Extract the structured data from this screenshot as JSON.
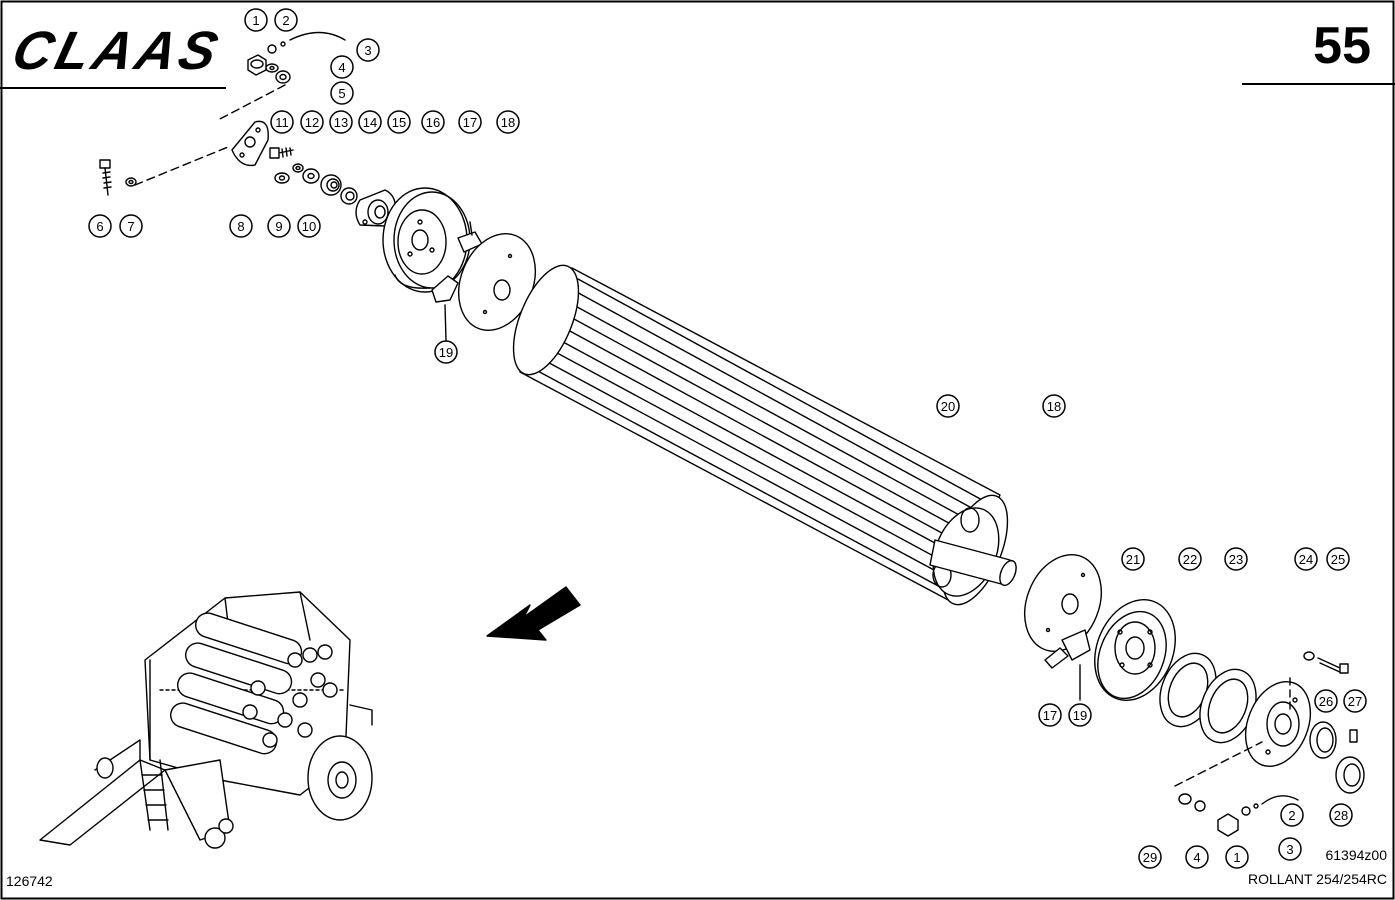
{
  "header": {
    "brand": "CLAAS",
    "page_number": "55"
  },
  "footer": {
    "drawing_number": "126742",
    "figure_code": "61394z00",
    "model": "ROLLANT 254/254RC"
  },
  "callouts": [
    "1",
    "2",
    "3",
    "4",
    "5",
    "6",
    "7",
    "8",
    "9",
    "10",
    "11",
    "12",
    "13",
    "14",
    "15",
    "16",
    "17",
    "18",
    "19",
    "20",
    "18",
    "21",
    "22",
    "23",
    "24",
    "25",
    "26",
    "27",
    "17",
    "19",
    "28",
    "29",
    "4",
    "1",
    "3",
    "2"
  ]
}
